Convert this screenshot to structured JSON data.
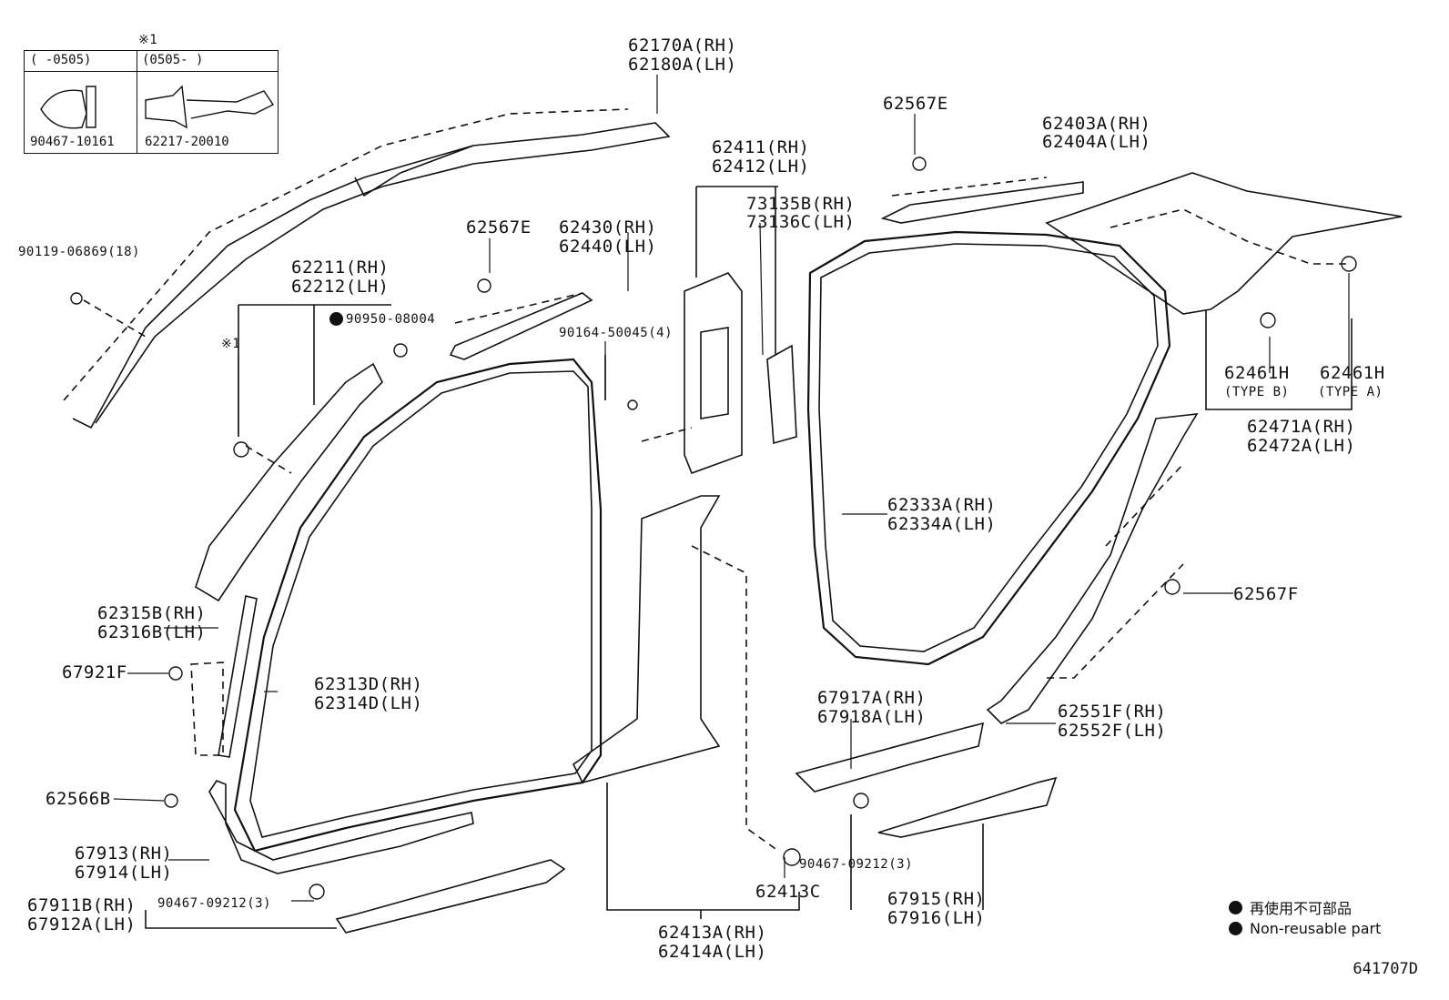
{
  "note_mark": "※1",
  "note_box": {
    "col1_header": "(    -0505)",
    "col2_header": "(0505-    )",
    "col1_part": "90467-10161",
    "col2_part": "62217-20010"
  },
  "labels": {
    "l62170": "62170A(RH)",
    "l62180": "62180A(LH)",
    "l90119": "90119-06869(18)",
    "l62211": "62211(RH)",
    "l62212": "62212(LH)",
    "l90950": "90950-08004",
    "mark1": "※1",
    "l62567e_a": "62567E",
    "l62430": "62430(RH)",
    "l62440": "62440(LH)",
    "l90164": "90164-50045(4)",
    "l62411": "62411(RH)",
    "l62412": "62412(LH)",
    "l73135": "73135B(RH)",
    "l73136": "73136C(LH)",
    "l62567e_b": "62567E",
    "l62403": "62403A(RH)",
    "l62404": "62404A(LH)",
    "l62461b": "62461H",
    "l62461b_t": "(TYPE B)",
    "l62461a": "62461H",
    "l62461a_t": "(TYPE A)",
    "l62471": "62471A(RH)",
    "l62472": "62472A(LH)",
    "l62333": "62333A(RH)",
    "l62334": "62334A(LH)",
    "l62315": "62315B(RH)",
    "l62316": "62316B(LH)",
    "l67921": "67921F",
    "l62313": "62313D(RH)",
    "l62314": "62314D(LH)",
    "l62567f": "62567F",
    "l67917": "67917A(RH)",
    "l67918": "67918A(LH)",
    "l62551": "62551F(RH)",
    "l62552": "62552F(LH)",
    "l62566": "62566B",
    "l67913": "67913(RH)",
    "l67914": "67914(LH)",
    "l90467a": "90467-09212(3)",
    "l62413c": "62413C",
    "l67911": "67911B(RH)",
    "l67912": "67912A(LH)",
    "l90467b": "90467-09212(3)",
    "l67915": "67915(RH)",
    "l67916": "67916(LH)",
    "l62413": "62413A(RH)",
    "l62414": "62414A(LH)"
  },
  "legend": {
    "jp": "再使用不可部品",
    "en": "Non-reusable part"
  },
  "diagram_ref": "641707D"
}
